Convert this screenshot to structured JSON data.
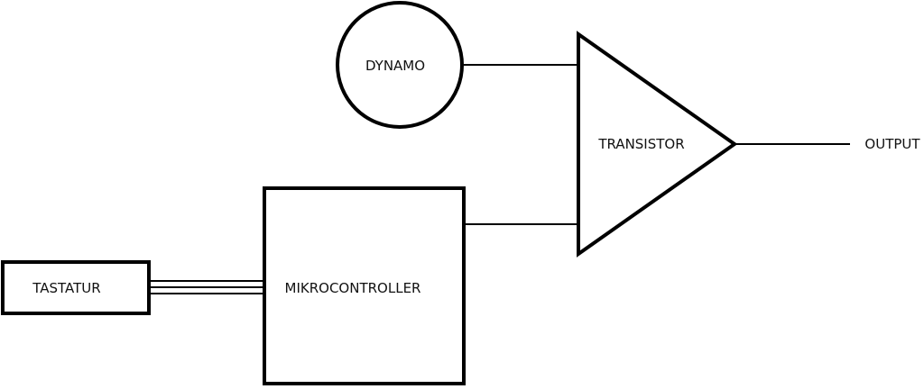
{
  "diagram": {
    "nodes": {
      "dynamo": {
        "label": "DYNAMO",
        "shape": "circle"
      },
      "transistor": {
        "label": "TRANSISTOR",
        "shape": "triangle"
      },
      "mikrocontroller": {
        "label": "MIKROCONTROLLER",
        "shape": "rectangle"
      },
      "tastatur": {
        "label": "TASTATUR",
        "shape": "rectangle"
      },
      "output": {
        "label": "OUTPUT",
        "shape": "text"
      }
    },
    "edges": [
      {
        "from": "dynamo",
        "to": "transistor",
        "type": "single"
      },
      {
        "from": "mikrocontroller",
        "to": "transistor",
        "type": "single"
      },
      {
        "from": "transistor",
        "to": "output",
        "type": "single"
      },
      {
        "from": "tastatur",
        "to": "mikrocontroller",
        "type": "triple-bus"
      }
    ],
    "colors": {
      "stroke": "#000000",
      "background": "#ffffff"
    }
  }
}
